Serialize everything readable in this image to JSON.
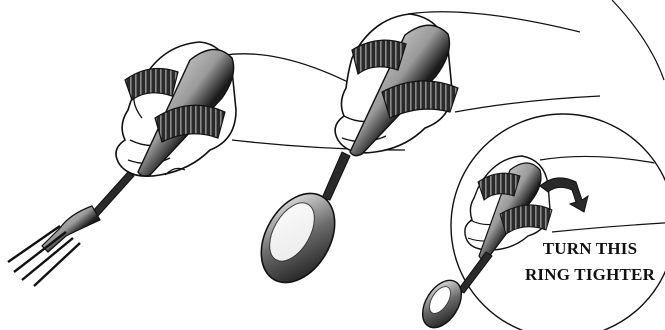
{
  "callout": {
    "line1": "TURN THIS",
    "line2": "RING TIGHTER"
  },
  "colors": {
    "ink": "#111111",
    "paper": "#ffffff",
    "metal_dark": "#1a1a1a",
    "metal_light": "#e8e8e8",
    "strap": "#2a2a2a"
  },
  "figures": [
    {
      "item": "fork",
      "description": "hand holding fork with finger-ring grip"
    },
    {
      "item": "spoon",
      "description": "hand holding spoon with finger-ring grip"
    },
    {
      "item": "spoon-detail",
      "description": "inset circle showing ring being tightened, with arrow"
    }
  ]
}
